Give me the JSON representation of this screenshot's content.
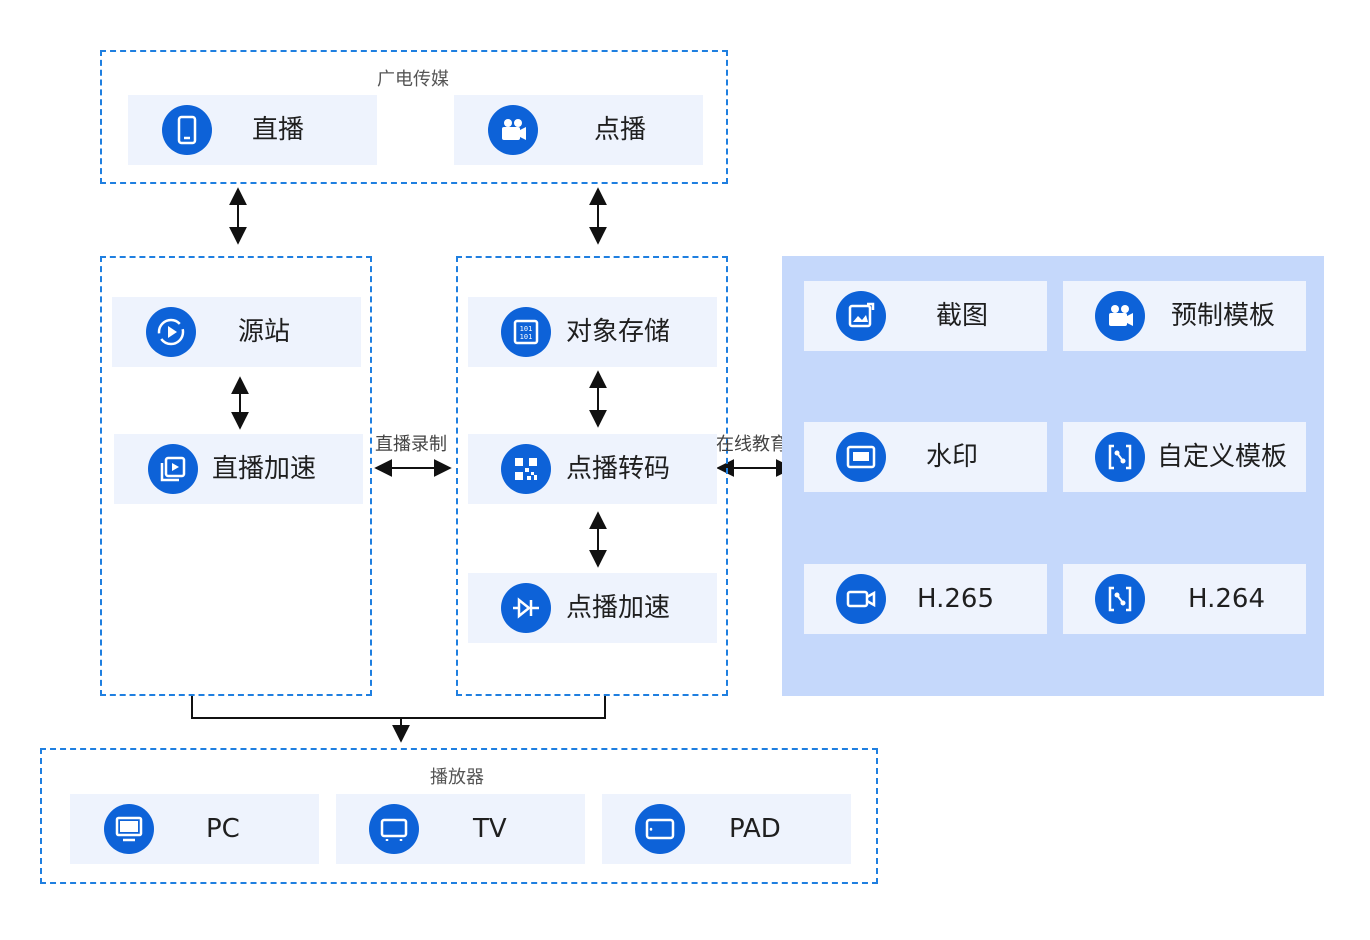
{
  "groups": {
    "broadcast": "广电传媒",
    "player": "播放器"
  },
  "nodes": {
    "live": "直播",
    "vod": "点播",
    "origin": "源站",
    "live_accel": "直播加速",
    "object_storage": "对象存储",
    "vod_transcode": "点播转码",
    "vod_accel": "点播加速",
    "screenshot": "截图",
    "preset_template": "预制模板",
    "watermark": "水印",
    "custom_template": "自定义模板",
    "h265": "H.265",
    "h264": "H.264",
    "pc": "PC",
    "tv": "TV",
    "pad": "PAD"
  },
  "edges": {
    "live_record": "直播录制",
    "online_education": "在线教育"
  },
  "colors": {
    "accent": "#0d62d8",
    "dashed_border": "#1f7fe0",
    "card_bg": "#eef3fd",
    "panel_bg": "#c5d8fb"
  }
}
